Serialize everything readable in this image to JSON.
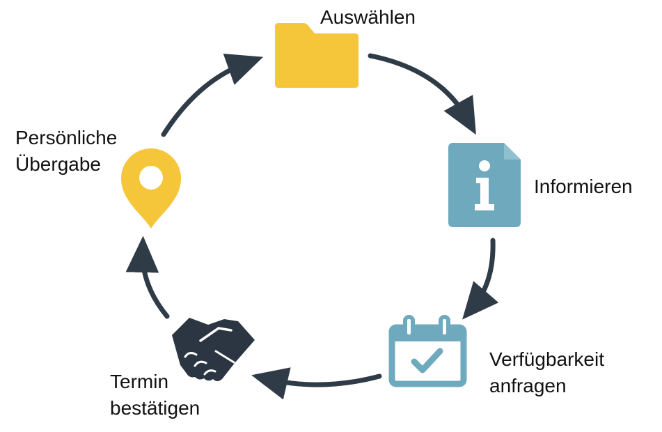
{
  "colors": {
    "arrow": "#2f3b47",
    "yellow": "#f5c53a",
    "blue": "#6fa9bd",
    "dark": "#2b3642",
    "text": "#111111"
  },
  "steps": [
    {
      "id": "auswaehlen",
      "icon": "folder-icon",
      "lines": [
        "Auswählen"
      ]
    },
    {
      "id": "informieren",
      "icon": "info-document-icon",
      "lines": [
        "Informieren"
      ]
    },
    {
      "id": "verfuegbarkeit",
      "icon": "calendar-check-icon",
      "lines": [
        "Verfügbarkeit",
        "anfragen"
      ]
    },
    {
      "id": "termin",
      "icon": "handshake-icon",
      "lines": [
        "Termin",
        "bestätigen"
      ]
    },
    {
      "id": "uebergabe",
      "icon": "location-pin-icon",
      "lines": [
        "Persönliche",
        "Übergabe"
      ]
    }
  ]
}
